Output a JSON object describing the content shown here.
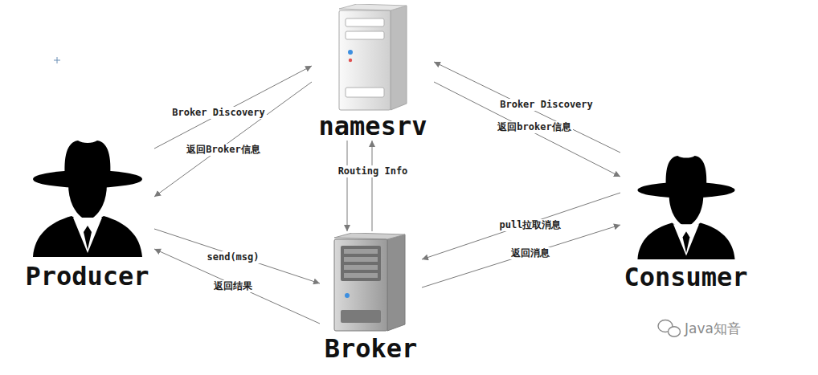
{
  "diagram": {
    "nodes": [
      {
        "text": [
          "namesrv"
        ]
      },
      {
        "text": [
          "Producer"
        ]
      },
      {
        "text": [
          "Consumer"
        ]
      },
      {
        "text": [
          "Broker"
        ]
      }
    ],
    "edges": [
      {
        "from": 1,
        "to": 0,
        "label": "Broker Discovery",
        "arrow": "to"
      },
      {
        "from": 0,
        "to": 1,
        "label": "返回Broker信息",
        "arrow": "to"
      },
      {
        "from": 2,
        "to": 0,
        "label": "Broker Discovery",
        "arrow": "to"
      },
      {
        "from": 0,
        "to": 2,
        "label": "返回broker信息",
        "arrow": "to"
      },
      {
        "from": 0,
        "to": 3,
        "arrow": "to"
      },
      {
        "from": 3,
        "to": 0,
        "label": "Routing Info",
        "arrow": "to"
      },
      {
        "from": 1,
        "to": 3,
        "label": "send(msg)",
        "arrow": "to"
      },
      {
        "from": 3,
        "to": 1,
        "label": "返回结果",
        "arrow": "to"
      },
      {
        "from": 2,
        "to": 3,
        "label": "pull拉取消息",
        "arrow": "to"
      },
      {
        "from": 3,
        "to": 2,
        "label": "返回消息",
        "arrow": "to"
      }
    ],
    "labels": [
      "Java知音"
    ]
  }
}
